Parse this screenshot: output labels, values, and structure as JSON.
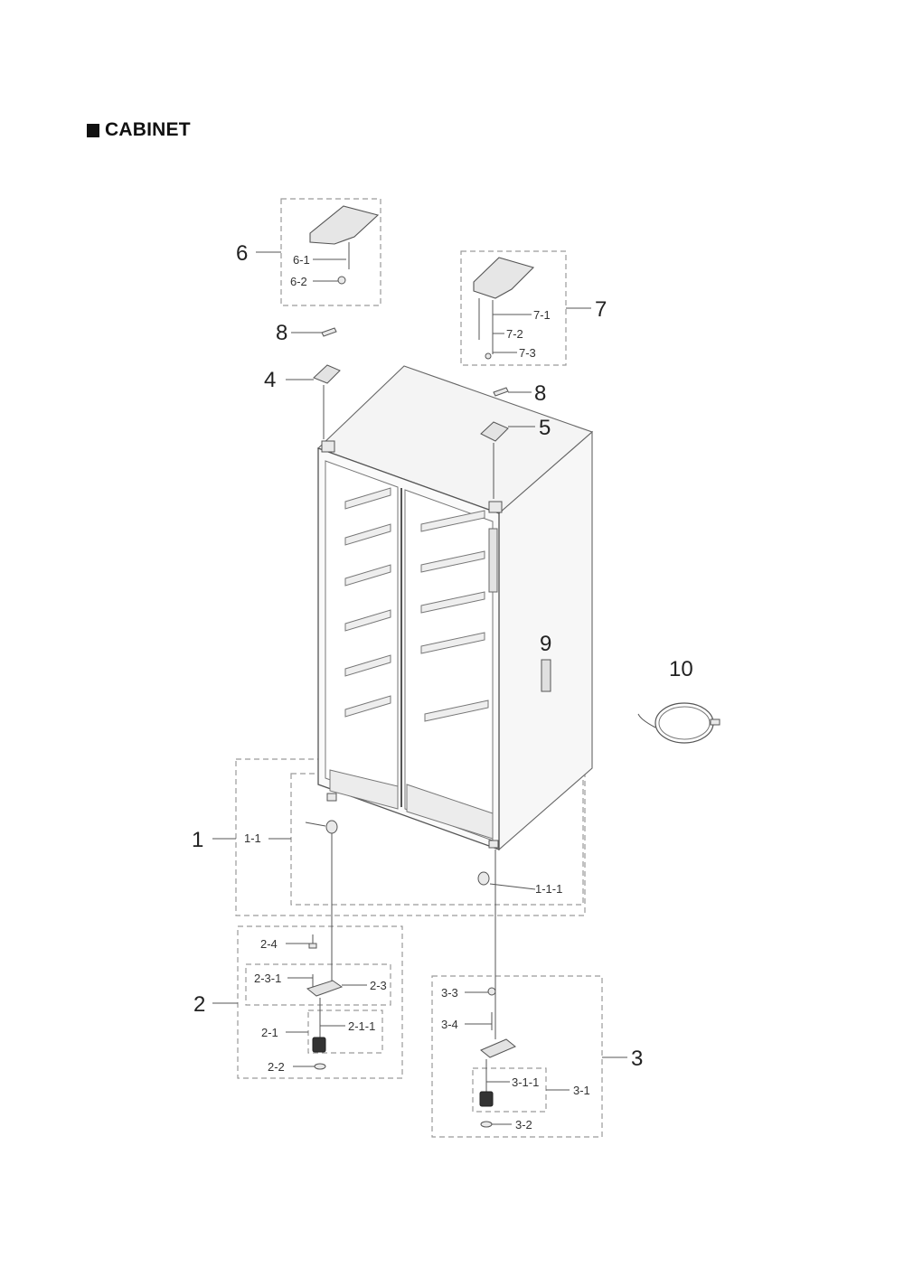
{
  "title": "CABINET",
  "labels": {
    "n1": "1",
    "n1_1": "1-1",
    "n1_1_1": "1-1-1",
    "n2": "2",
    "n2_1": "2-1",
    "n2_1_1": "2-1-1",
    "n2_2": "2-2",
    "n2_3": "2-3",
    "n2_3_1": "2-3-1",
    "n2_4": "2-4",
    "n3": "3",
    "n3_1": "3-1",
    "n3_1_1": "3-1-1",
    "n3_2": "3-2",
    "n3_3": "3-3",
    "n3_4": "3-4",
    "n4": "4",
    "n5": "5",
    "n6": "6",
    "n6_1": "6-1",
    "n6_2": "6-2",
    "n7": "7",
    "n7_1": "7-1",
    "n7_2": "7-2",
    "n7_3": "7-3",
    "n8a": "8",
    "n8b": "8",
    "n9": "9",
    "n10": "10"
  }
}
